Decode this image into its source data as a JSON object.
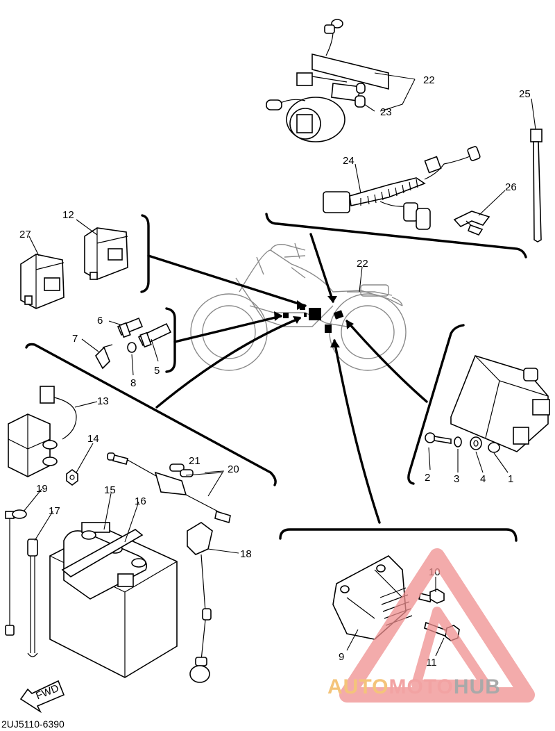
{
  "diagram": {
    "part_labels": {
      "p1": "1",
      "p2": "2",
      "p3": "3",
      "p4": "4",
      "p5": "5",
      "p6": "6",
      "p7": "7",
      "p8": "8",
      "p9": "9",
      "p10": "10",
      "p11": "11",
      "p12": "12",
      "p13": "13",
      "p14": "14",
      "p15": "15",
      "p16": "16",
      "p17": "17",
      "p18": "18",
      "p19": "19",
      "p20": "20",
      "p21": "21",
      "p22": "22",
      "p22b": "22",
      "p23": "23",
      "p24": "24",
      "p25": "25",
      "p26": "26",
      "p27": "27"
    },
    "fwd_label": "FWD",
    "drawing_code": "2UJ5110-6390"
  },
  "watermark": {
    "text_auto": "AUTO",
    "text_moto": "MOTO",
    "text_hub": "HUB",
    "colors": {
      "auto": "#f4c47a",
      "moto": "#f2a3a3",
      "hub": "#a9a9a9",
      "triangle": "#ef8f8f"
    }
  }
}
